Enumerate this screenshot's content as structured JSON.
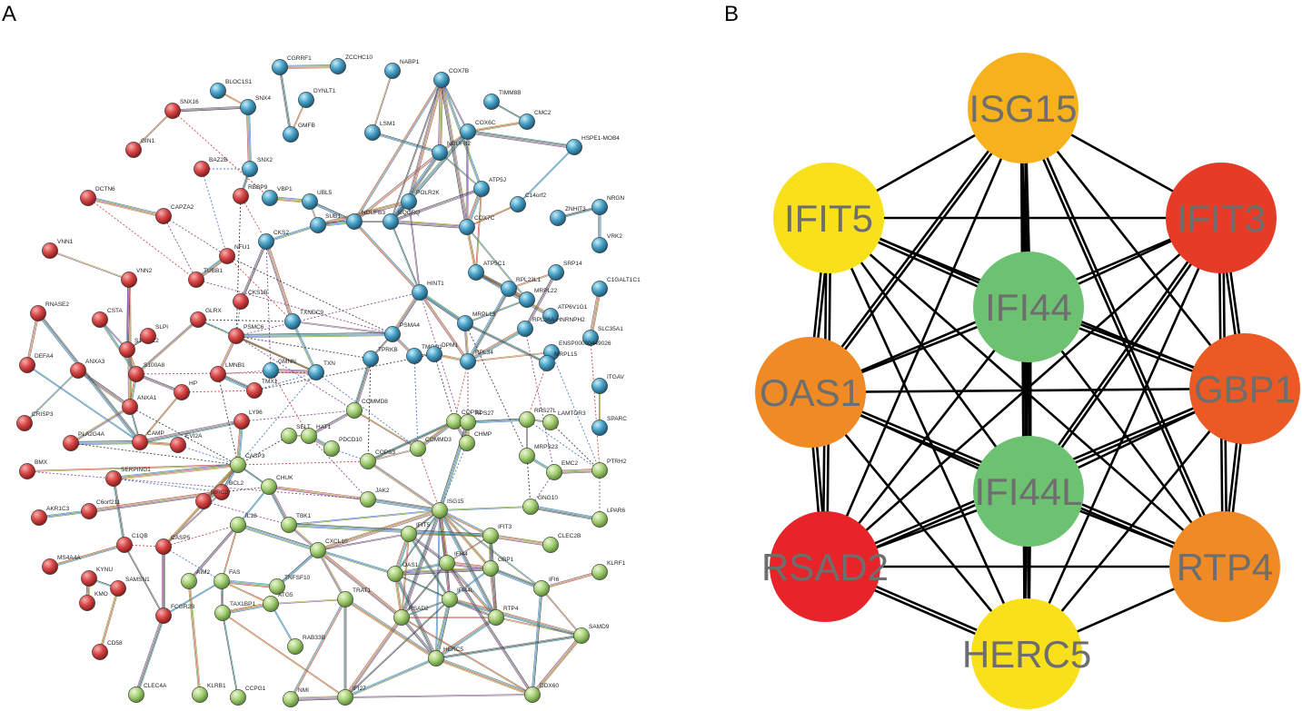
{
  "panel_a": {
    "label": "A",
    "palette": {
      "red": "#d94848",
      "blue": "#4aa3c8",
      "green": "#a9d27a"
    },
    "nodes": [
      {
        "id": "SNX16",
        "c": "red"
      },
      {
        "id": "GIN1",
        "c": "red"
      },
      {
        "id": "BAZ2B",
        "c": "red"
      },
      {
        "id": "DCTN6",
        "c": "red"
      },
      {
        "id": "RBBP9",
        "c": "red"
      },
      {
        "id": "CAPZA2",
        "c": "red"
      },
      {
        "id": "VNN1",
        "c": "red"
      },
      {
        "id": "VNN2",
        "c": "red"
      },
      {
        "id": "TUBB1",
        "c": "red"
      },
      {
        "id": "NFU1",
        "c": "red"
      },
      {
        "id": "RNASE2",
        "c": "red"
      },
      {
        "id": "CSTA",
        "c": "red"
      },
      {
        "id": "GLRX",
        "c": "red"
      },
      {
        "id": "CKS1B",
        "c": "red"
      },
      {
        "id": "PSMC6",
        "c": "red"
      },
      {
        "id": "S100A12",
        "c": "red"
      },
      {
        "id": "SLPI",
        "c": "red"
      },
      {
        "id": "DEFA4",
        "c": "red"
      },
      {
        "id": "S100A8",
        "c": "red"
      },
      {
        "id": "LMNB1",
        "c": "red"
      },
      {
        "id": "ANXA3",
        "c": "red"
      },
      {
        "id": "ANXA1",
        "c": "red"
      },
      {
        "id": "HP",
        "c": "red"
      },
      {
        "id": "TMX1",
        "c": "red"
      },
      {
        "id": "CRISP3",
        "c": "red"
      },
      {
        "id": "PLA2G4A",
        "c": "red"
      },
      {
        "id": "CAMP",
        "c": "red"
      },
      {
        "id": "EVI2A",
        "c": "red"
      },
      {
        "id": "LY96",
        "c": "red"
      },
      {
        "id": "BMX",
        "c": "red"
      },
      {
        "id": "SERPING1",
        "c": "red"
      },
      {
        "id": "CASP5",
        "c": "red"
      },
      {
        "id": "BCL2",
        "c": "red"
      },
      {
        "id": "BIRC2",
        "c": "red"
      },
      {
        "id": "AKR1C3",
        "c": "red"
      },
      {
        "id": "C6orf211",
        "c": "red"
      },
      {
        "id": "C1QB",
        "c": "red"
      },
      {
        "id": "MS4A4A",
        "c": "red"
      },
      {
        "id": "KYNU",
        "c": "red"
      },
      {
        "id": "SAMSN1",
        "c": "red"
      },
      {
        "id": "KMO",
        "c": "red"
      },
      {
        "id": "FCGR2B",
        "c": "red"
      },
      {
        "id": "CD58",
        "c": "red"
      },
      {
        "id": "BLOC1S1",
        "c": "blue"
      },
      {
        "id": "SNX4",
        "c": "blue"
      },
      {
        "id": "CGRRF1",
        "c": "blue"
      },
      {
        "id": "ZCCHC10",
        "c": "blue"
      },
      {
        "id": "NABP1",
        "c": "blue"
      },
      {
        "id": "COX7B",
        "c": "blue"
      },
      {
        "id": "TIMM8B",
        "c": "blue"
      },
      {
        "id": "DYNLT1",
        "c": "blue"
      },
      {
        "id": "GMFB",
        "c": "blue"
      },
      {
        "id": "LSM1",
        "c": "blue"
      },
      {
        "id": "CMC2",
        "c": "blue"
      },
      {
        "id": "SNX2",
        "c": "blue"
      },
      {
        "id": "NDUFB2",
        "c": "blue"
      },
      {
        "id": "COX6C",
        "c": "blue"
      },
      {
        "id": "HSPE1-MOB4",
        "c": "blue"
      },
      {
        "id": "VBP1",
        "c": "blue"
      },
      {
        "id": "UBL5",
        "c": "blue"
      },
      {
        "id": "ATP5J",
        "c": "blue"
      },
      {
        "id": "C14orf2",
        "c": "blue"
      },
      {
        "id": "ZNHIT3",
        "c": "blue"
      },
      {
        "id": "NRGN",
        "c": "blue"
      },
      {
        "id": "SUB1",
        "c": "blue"
      },
      {
        "id": "POLR2K",
        "c": "blue"
      },
      {
        "id": "CKS2",
        "c": "blue"
      },
      {
        "id": "COX7C",
        "c": "blue"
      },
      {
        "id": "VRK2",
        "c": "blue"
      },
      {
        "id": "SRP14",
        "c": "blue"
      },
      {
        "id": "C1GALT1C1",
        "c": "blue"
      },
      {
        "id": "RPL23L1",
        "c": "blue"
      },
      {
        "id": "MRPL22",
        "c": "blue"
      },
      {
        "id": "ATP6V1G1",
        "c": "blue"
      },
      {
        "id": "SLC35A1",
        "c": "blue"
      },
      {
        "id": "RPL36A-HNRNPH2",
        "c": "blue"
      },
      {
        "id": "ENSP00000449026",
        "c": "blue"
      },
      {
        "id": "MRPL15",
        "c": "blue"
      },
      {
        "id": "ITGAV",
        "c": "blue"
      },
      {
        "id": "SPARC",
        "c": "blue"
      },
      {
        "id": "TXNDC9",
        "c": "blue"
      },
      {
        "id": "GMNN",
        "c": "blue"
      },
      {
        "id": "TXN",
        "c": "blue"
      },
      {
        "id": "PSMA4",
        "c": "blue"
      },
      {
        "id": "TPRKB",
        "c": "blue"
      },
      {
        "id": "TMCO1",
        "c": "blue"
      },
      {
        "id": "DPM1",
        "c": "blue"
      },
      {
        "id": "RPL34",
        "c": "blue"
      },
      {
        "id": "HINT1",
        "c": "blue"
      },
      {
        "id": "MRPL13",
        "c": "blue"
      },
      {
        "id": "UQCRQ",
        "c": "blue"
      },
      {
        "id": "NDUFB3",
        "c": "blue"
      },
      {
        "id": "ATP5C1",
        "c": "blue"
      },
      {
        "id": "LAMTOR3",
        "c": "green"
      },
      {
        "id": "COMMD8",
        "c": "green"
      },
      {
        "id": "HAT1",
        "c": "green"
      },
      {
        "id": "SELT",
        "c": "green"
      },
      {
        "id": "PDCD10",
        "c": "green"
      },
      {
        "id": "COPS2",
        "c": "green"
      },
      {
        "id": "COPS3",
        "c": "green"
      },
      {
        "id": "COMMD3",
        "c": "green"
      },
      {
        "id": "RPS27",
        "c": "green"
      },
      {
        "id": "RPS27L",
        "c": "green"
      },
      {
        "id": "MRPS23",
        "c": "green"
      },
      {
        "id": "CHMP",
        "c": "green"
      },
      {
        "id": "EMC2",
        "c": "green"
      },
      {
        "id": "PTRH2",
        "c": "green"
      },
      {
        "id": "CASP3",
        "c": "green"
      },
      {
        "id": "CHUK",
        "c": "green"
      },
      {
        "id": "JAK2",
        "c": "green"
      },
      {
        "id": "ISG15",
        "c": "green"
      },
      {
        "id": "GNG10",
        "c": "green"
      },
      {
        "id": "LPAR6",
        "c": "green"
      },
      {
        "id": "TBK1",
        "c": "green"
      },
      {
        "id": "IL18",
        "c": "green"
      },
      {
        "id": "CXCL10",
        "c": "green"
      },
      {
        "id": "IFIT5",
        "c": "green"
      },
      {
        "id": "IFIT3",
        "c": "green"
      },
      {
        "id": "CLEC2B",
        "c": "green"
      },
      {
        "id": "IFI44",
        "c": "green"
      },
      {
        "id": "AIM2",
        "c": "green"
      },
      {
        "id": "FAS",
        "c": "green"
      },
      {
        "id": "TNFSF10",
        "c": "green"
      },
      {
        "id": "OAS1",
        "c": "green"
      },
      {
        "id": "GBP1",
        "c": "green"
      },
      {
        "id": "KLRF1",
        "c": "green"
      },
      {
        "id": "IFI44L",
        "c": "green"
      },
      {
        "id": "IFI6",
        "c": "green"
      },
      {
        "id": "TRAT1",
        "c": "green"
      },
      {
        "id": "ATG5",
        "c": "green"
      },
      {
        "id": "TAX1BP1",
        "c": "green"
      },
      {
        "id": "RSAD2",
        "c": "green"
      },
      {
        "id": "RTP4",
        "c": "green"
      },
      {
        "id": "SAMD9",
        "c": "green"
      },
      {
        "id": "RAB33B",
        "c": "green"
      },
      {
        "id": "HERC5",
        "c": "green"
      },
      {
        "id": "CLEC4A",
        "c": "green"
      },
      {
        "id": "KLRB1",
        "c": "green"
      },
      {
        "id": "CCPG1",
        "c": "green"
      },
      {
        "id": "NMI",
        "c": "green"
      },
      {
        "id": "IFI27",
        "c": "green"
      },
      {
        "id": "DDX60",
        "c": "green"
      }
    ]
  },
  "panel_b": {
    "label": "B",
    "nodes": [
      {
        "id": "ISG15",
        "color": "#f6b11c"
      },
      {
        "id": "IFIT5",
        "color": "#f8e01a"
      },
      {
        "id": "IFIT3",
        "color": "#e63b26"
      },
      {
        "id": "IFI44",
        "color": "#6cc271"
      },
      {
        "id": "OAS1",
        "color": "#f08a24"
      },
      {
        "id": "GBP1",
        "color": "#eb5a24"
      },
      {
        "id": "IFI44L",
        "color": "#6cc271"
      },
      {
        "id": "RSAD2",
        "color": "#e6242a"
      },
      {
        "id": "RTP4",
        "color": "#f08a24"
      },
      {
        "id": "HERC5",
        "color": "#f8e01a"
      }
    ]
  }
}
